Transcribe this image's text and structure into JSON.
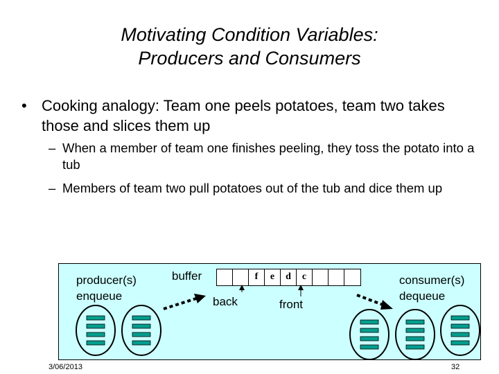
{
  "slide": {
    "title_line1": "Motivating Condition Variables:",
    "title_line2": "Producers and Consumers",
    "bullet_mark": "•",
    "sub_mark": "–",
    "bullet1": "Cooking analogy: Team one peels potatoes, team two takes those and slices them up",
    "sub1": "When a member of team one finishes peeling, they toss the potato into a tub",
    "sub2": "Members of team two pull potatoes out of the tub and dice them up"
  },
  "diagram": {
    "producer_label": "producer(s)",
    "producer_action": "enqueue",
    "buffer_label": "buffer",
    "back_label": "back",
    "front_label": "front",
    "consumer_label": "consumer(s)",
    "consumer_action": "dequeue",
    "buffer_cells": [
      "",
      "",
      "f",
      "e",
      "d",
      "c",
      "",
      "",
      ""
    ],
    "thread_color": "#009e8f",
    "panel_color": "#ccffff"
  },
  "footer": {
    "date": "3/06/2013",
    "page": "32"
  }
}
